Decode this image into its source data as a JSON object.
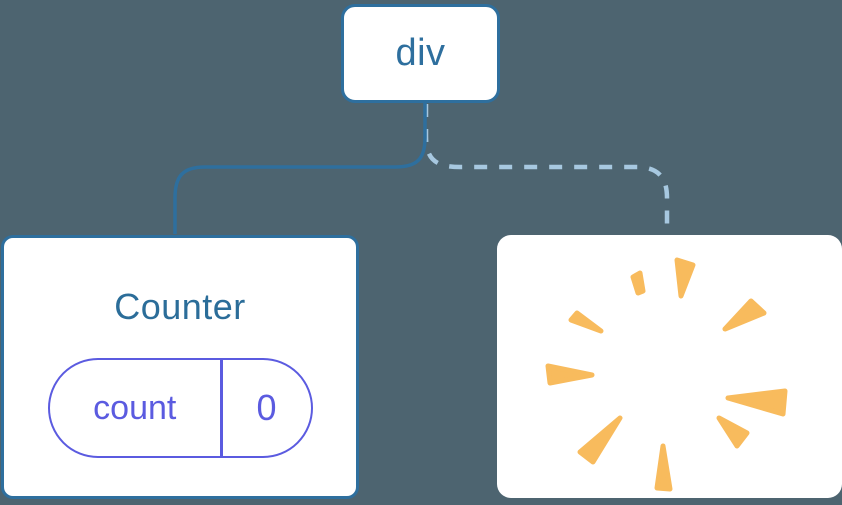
{
  "diagram": {
    "description": "component tree: div parent with Counter child (state preserved) and a removed child (state destroyed, poof)",
    "root": {
      "label": "div"
    },
    "counter": {
      "title": "Counter",
      "state": {
        "key": "count",
        "value": "0"
      }
    },
    "removed": {
      "icon": "poof-explosion-icon"
    },
    "connectors": {
      "to_counter": "solid",
      "to_removed": "dashed"
    },
    "colors": {
      "background": "#4D6470",
      "node_border_blue": "#2E6F9E",
      "title_blue": "#2B6D99",
      "state_purple": "#5B5BE0",
      "dashed_line_blue": "#A7C8E0",
      "poof_orange": "#F8BB5D",
      "card_background": "#FFFFFF"
    }
  }
}
